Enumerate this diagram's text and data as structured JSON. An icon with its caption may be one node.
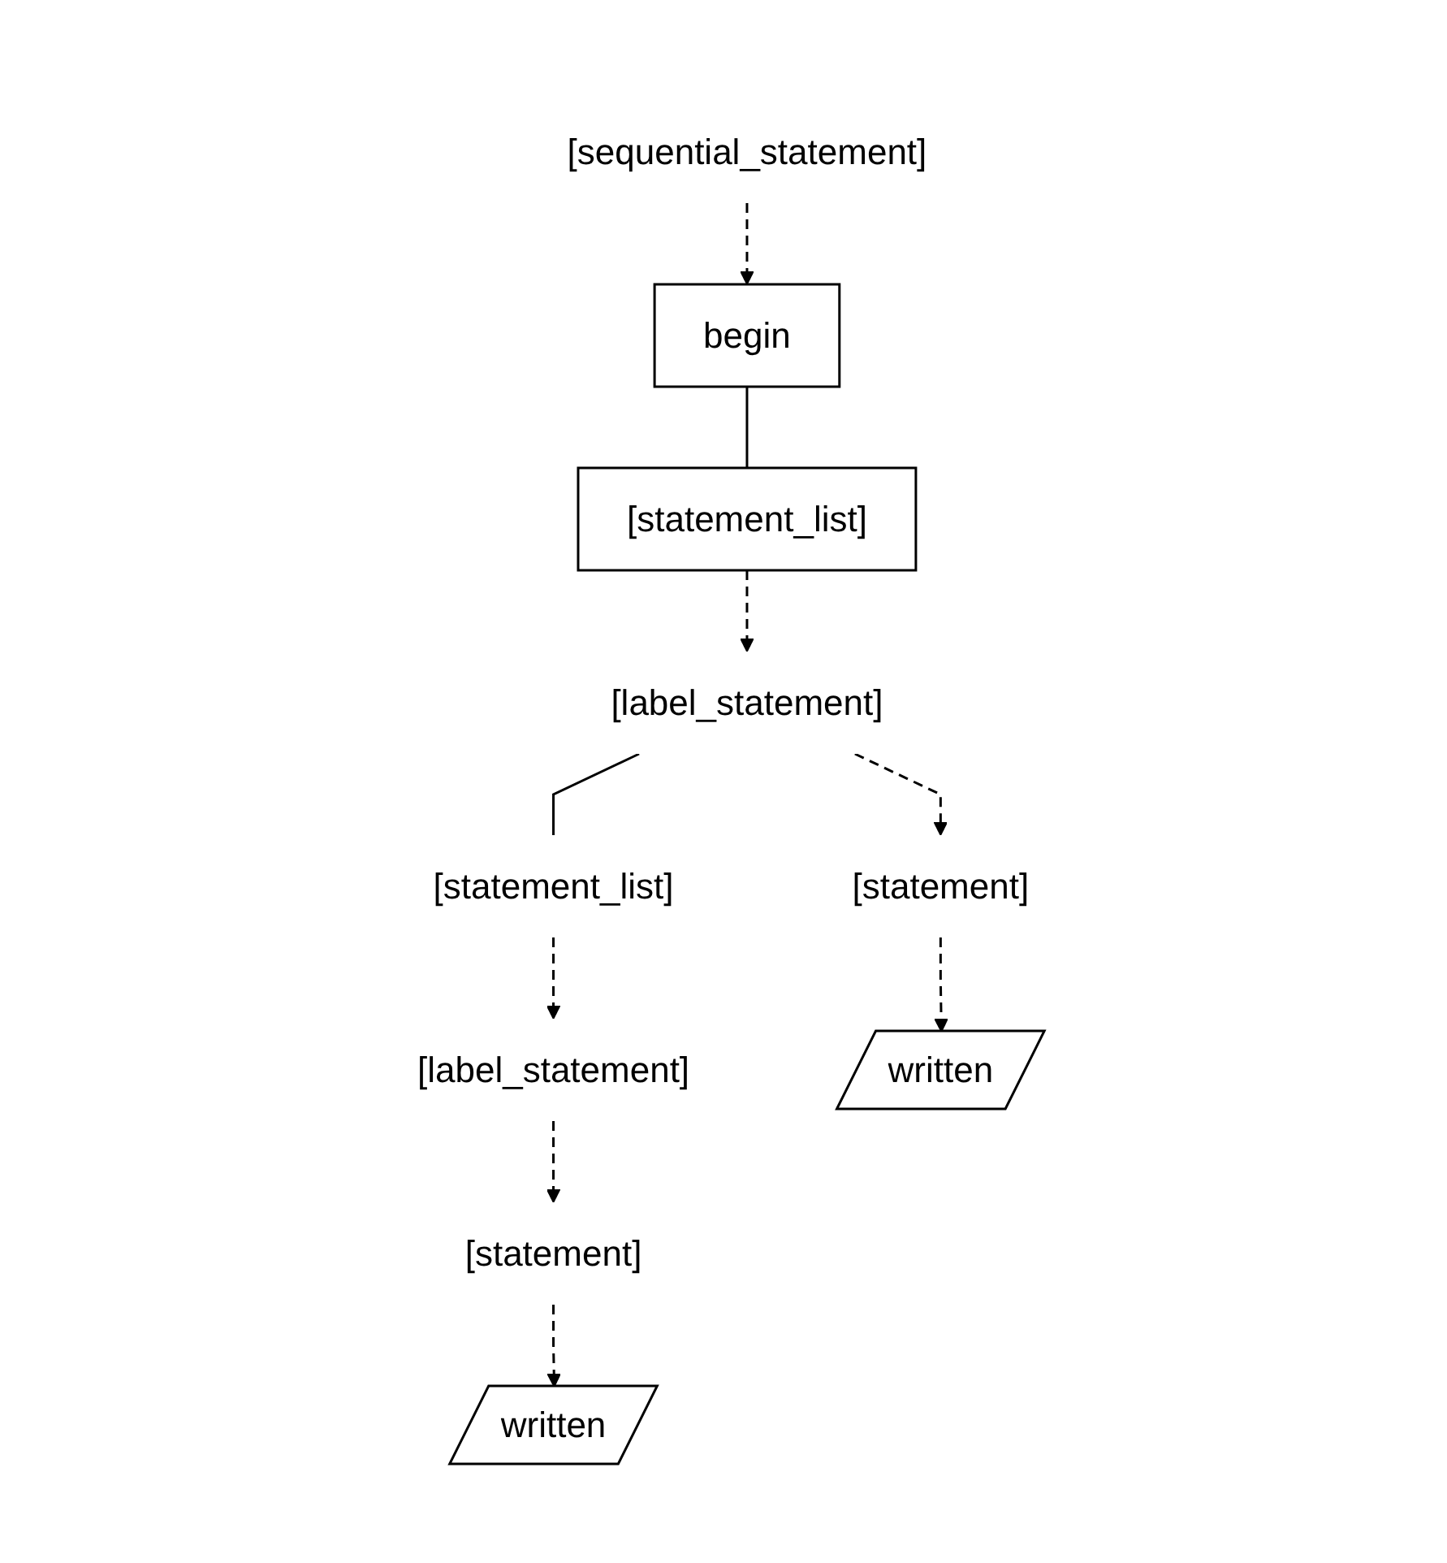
{
  "diagram": {
    "nodes": [
      {
        "text": [
          "[sequential_statement]"
        ]
      },
      {
        "text": [
          "begin"
        ]
      },
      {
        "text": [
          "[statement_list]"
        ]
      },
      {
        "text": [
          "[label_statement]"
        ]
      },
      {
        "text": [
          "[statement_list]"
        ]
      },
      {
        "text": [
          "[label_statement]"
        ]
      },
      {
        "text": [
          "[statement]"
        ]
      },
      {
        "text": [
          "written"
        ]
      },
      {
        "text": [
          "[statement]"
        ]
      },
      {
        "text": [
          "written"
        ]
      }
    ],
    "edges": [
      {
        "from": 0,
        "to": 1,
        "arrow": "to",
        "style": "dashed"
      },
      {
        "from": 1,
        "to": 2,
        "arrow": "none"
      },
      {
        "from": 2,
        "to": 3,
        "arrow": "to",
        "style": "dashed"
      },
      {
        "from": 3,
        "to": 4,
        "arrow": "none"
      },
      {
        "from": 4,
        "to": 5,
        "arrow": "to",
        "style": "dashed"
      },
      {
        "from": 5,
        "to": 6,
        "arrow": "to",
        "style": "dashed"
      },
      {
        "from": 6,
        "to": 7,
        "arrow": "to",
        "style": "dashed"
      },
      {
        "from": 3,
        "to": 8,
        "arrow": "to",
        "style": "dashed"
      },
      {
        "from": 8,
        "to": 9,
        "arrow": "to",
        "style": "dashed"
      }
    ]
  }
}
